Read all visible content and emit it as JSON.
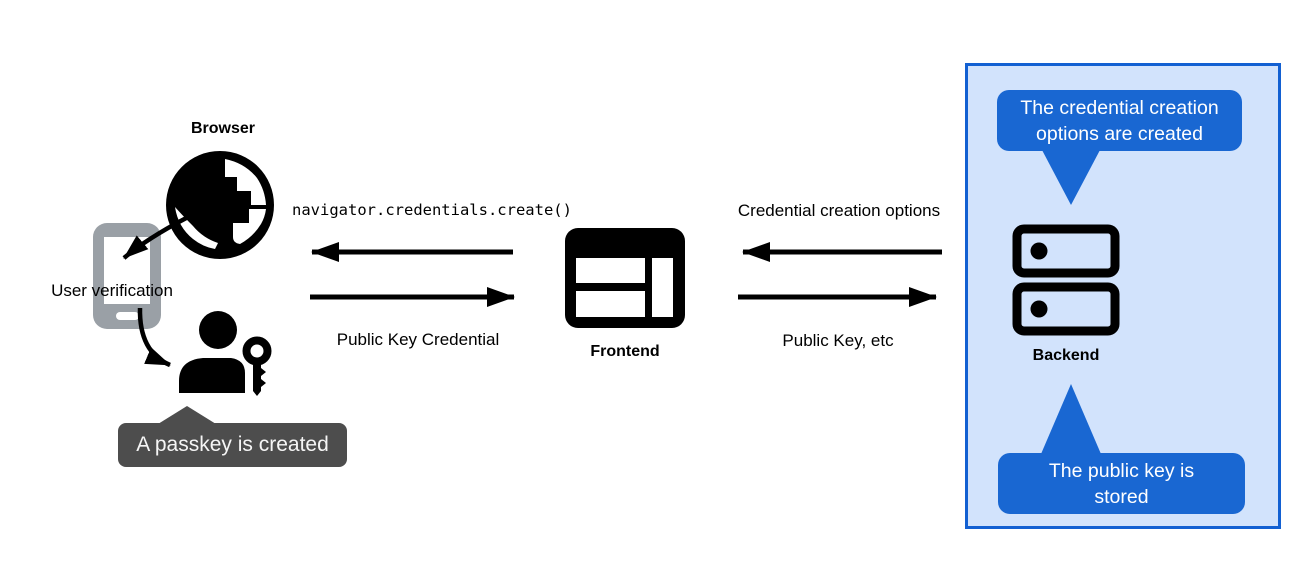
{
  "nodes": {
    "browser": {
      "label": "Browser"
    },
    "frontend": {
      "label": "Frontend"
    },
    "backend": {
      "label": "Backend"
    },
    "user_verification": {
      "label": "User verification"
    }
  },
  "callouts": {
    "passkey_created": "A passkey is created",
    "credential_options_created": "The credential creation options are created",
    "public_key_stored": "The public key is stored"
  },
  "messages": {
    "navigator_create": "navigator.credentials.create()",
    "public_key_credential": "Public Key Credential",
    "credential_creation_options": "Credential creation options",
    "public_key_etc": "Public Key, etc"
  },
  "colors": {
    "panel_background": "#d2e3fc",
    "panel_border": "#1260d2",
    "bubble_blue": "#1967d2",
    "tooltip_gray": "#4d4d4d",
    "phone_gray": "#9aa0a6",
    "icon_black": "#000000"
  }
}
